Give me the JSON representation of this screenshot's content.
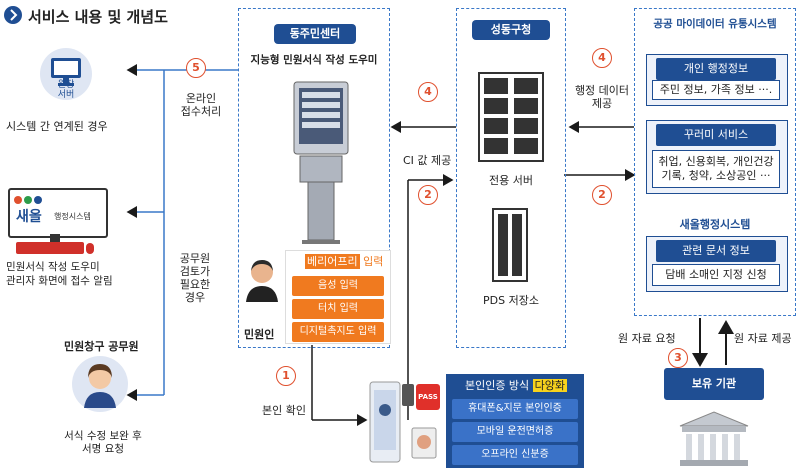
{
  "title": "서비스 내용 및 개념도",
  "steps": {
    "s1": "1",
    "s2a": "2",
    "s2b": "2",
    "s3": "3",
    "s4a": "4",
    "s4b": "4",
    "s5": "5"
  },
  "left": {
    "server_label": "원장\n서버",
    "system_link": "시스템 간 연계된 경우",
    "saeol_logo": "새올",
    "saeol_sub": "행정시스템",
    "notify": "민원서식 작성 도우미\n관리자 화면에 접수 알림",
    "officer_title": "민원창구 공무원",
    "officer_text": "서식 수정 보완 후\n서명 요청"
  },
  "mid_labels": {
    "online": "온라인\n접수처리",
    "review": "공무원\n검토가\n필요한\n경우",
    "verify": "본인 확인",
    "ci": "CI 값 제공",
    "admin_data": "행정 데이터\n제공",
    "req": "원 자료 요청",
    "provide": "원 자료 제공"
  },
  "center": {
    "header": "동주민센터",
    "subtitle": "지능형 민원서식 작성 도우미",
    "applicant": "민원인",
    "barrier_main": "베리어프리",
    "barrier_suffix": " 입력",
    "inputs": [
      "음성 입력",
      "터치 입력",
      "디지털촉지도 입력"
    ]
  },
  "gu": {
    "header": "성동구청",
    "server": "전용 서버",
    "storage": "PDS 저장소"
  },
  "auth": {
    "title_main": "본인인증 방식 ",
    "title_hl": "다양화",
    "pass": "PASS",
    "methods": [
      "휴대폰&지문 본인인증",
      "모바일 운전면허증",
      "오프라인 신분증"
    ]
  },
  "mydata": {
    "title": "공공 마이데이터 유통시스템",
    "services": [
      {
        "name": "개인 행정정보",
        "body": "주민 정보, 가족 정보 ···."
      },
      {
        "name": "꾸러미 서비스",
        "body": "취업, 신용회복, 개인건강\n기록, 청약, 소상공인 ···"
      }
    ],
    "saeol_title": "새올행정시스템",
    "doc": {
      "name": "관련 문서 정보",
      "body": "담배 소매인 지정 신청"
    }
  },
  "holder": {
    "label": "보유 기관"
  },
  "colors": {
    "navy": "#1f4e93",
    "dash": "#3a78c8",
    "orange": "#f07a1f",
    "red": "#e0502e"
  }
}
